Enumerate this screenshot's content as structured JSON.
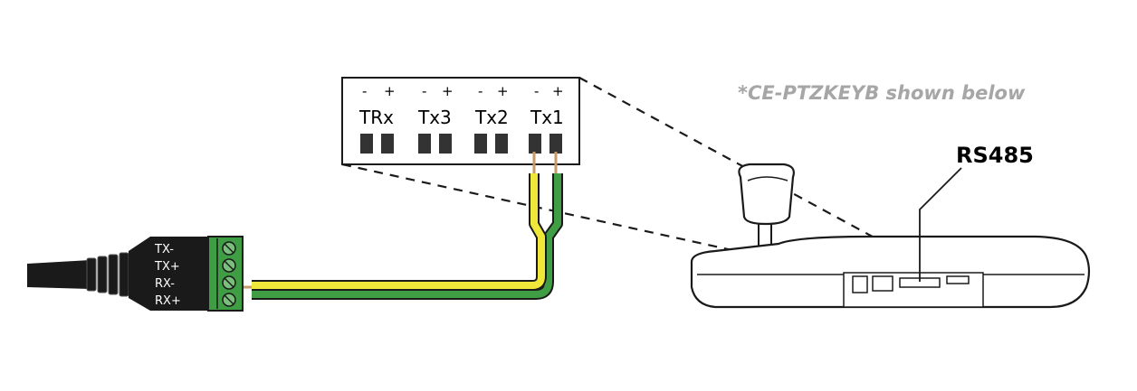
{
  "note": {
    "text": "*CE-PTZKEYB shown below",
    "color": "#a6a6a6"
  },
  "callout": {
    "label": "RS485"
  },
  "port_block": {
    "polarity_minus": "-",
    "polarity_plus": "+",
    "ports": [
      "TRx",
      "Tx3",
      "Tx2",
      "Tx1"
    ],
    "active_port": "Tx1"
  },
  "connector": {
    "pins": [
      "TX-",
      "TX+",
      "RX-",
      "RX+"
    ],
    "body_color": "#1a1a1a",
    "terminal_color": "#3f9e43"
  },
  "wires": {
    "yellow": "#efe83a",
    "green": "#3f9e43"
  }
}
